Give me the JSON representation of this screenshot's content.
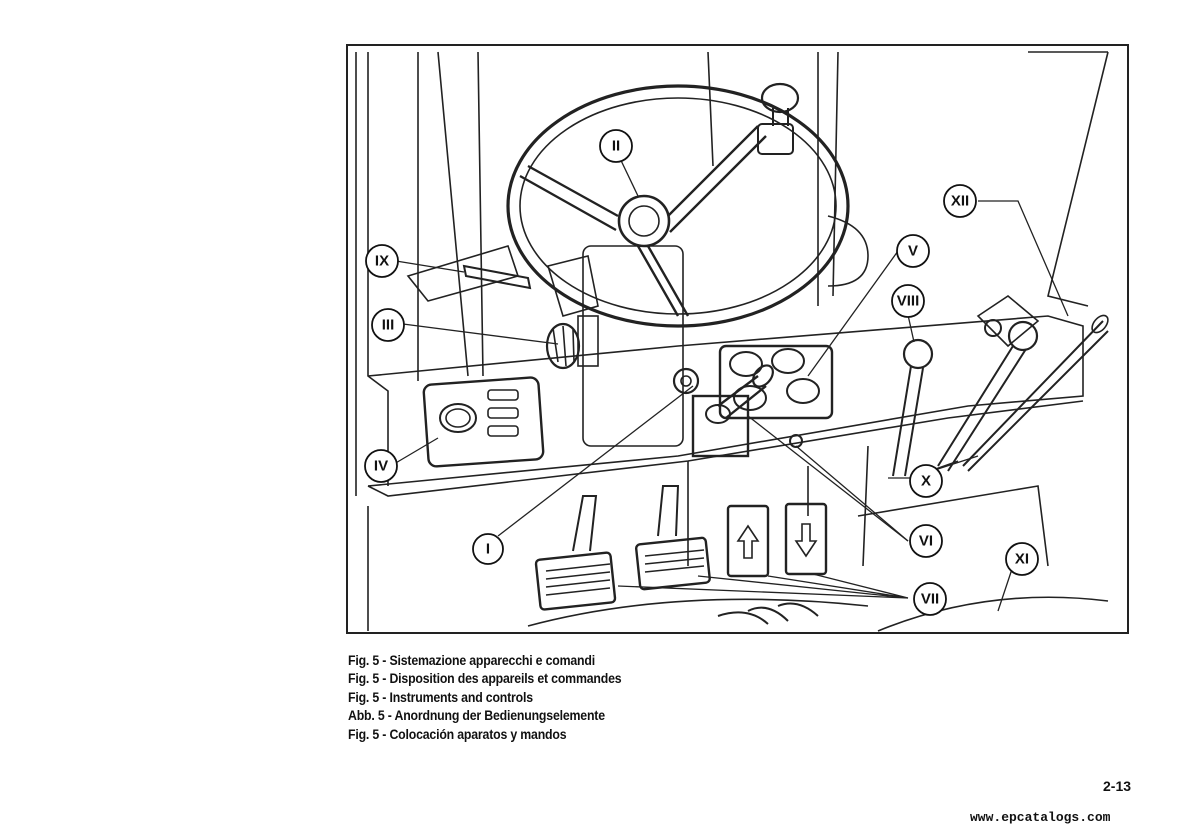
{
  "figure": {
    "callouts": {
      "I": "I",
      "II": "II",
      "III": "III",
      "IV": "IV",
      "V": "V",
      "VI": "VI",
      "VII": "VII",
      "VIII": "VIII",
      "IX": "IX",
      "X": "X",
      "XI": "XI",
      "XII": "XII"
    }
  },
  "captions": [
    "Fig. 5 - Sistemazione apparecchi e comandi",
    "Fig. 5 - Disposition des appareils et commandes",
    "Fig. 5 - Instruments and controls",
    "Abb. 5 - Anordnung der Bedienungselemente",
    "Fig. 5 - Colocación aparatos y mandos"
  ],
  "page_number": "2-13",
  "watermark": "www.epcatalogs.com"
}
